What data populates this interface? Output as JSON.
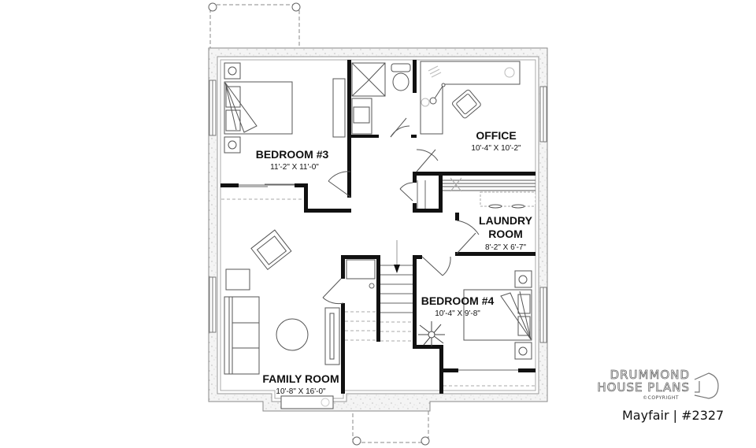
{
  "rooms": {
    "bedroom3": {
      "name": "BEDROOM #3",
      "dims": "11'-2\" X 11'-0\""
    },
    "office": {
      "name": "OFFICE",
      "dims": "10'-4\" X 10'-2\""
    },
    "laundry": {
      "name_line1": "LAUNDRY",
      "name_line2": "ROOM",
      "dims": "8'-2\" X 6'-7\""
    },
    "bedroom4": {
      "name": "BEDROOM #4",
      "dims": "10'-4\" X 9'-8\""
    },
    "family": {
      "name": "FAMILY ROOM",
      "dims": "10'-8\" X 16'-0\""
    }
  },
  "branding": {
    "line1": "DRUMMOND",
    "line2": "HOUSE PLANS",
    "copyright": "©COPYRIGHT",
    "plan_title": "Mayfair | #2327"
  },
  "colors": {
    "wall": "#111111",
    "foundation": "#f2f2f2",
    "line": "#555555"
  }
}
